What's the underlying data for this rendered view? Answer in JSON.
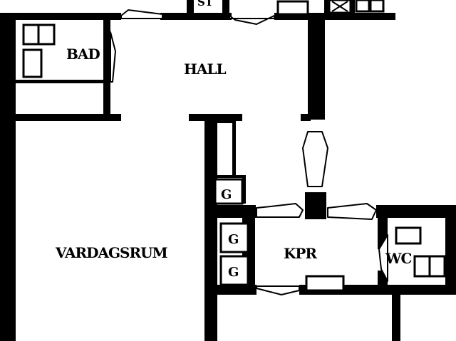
{
  "rooms": {
    "bad": "BAD",
    "hall": "HALL",
    "vardagsrum": "VARDAGSRUM",
    "kpr": "KPR",
    "wc": "WC"
  },
  "storage": {
    "g1": "G",
    "g2": "G",
    "g3": "G",
    "st": "ST"
  }
}
